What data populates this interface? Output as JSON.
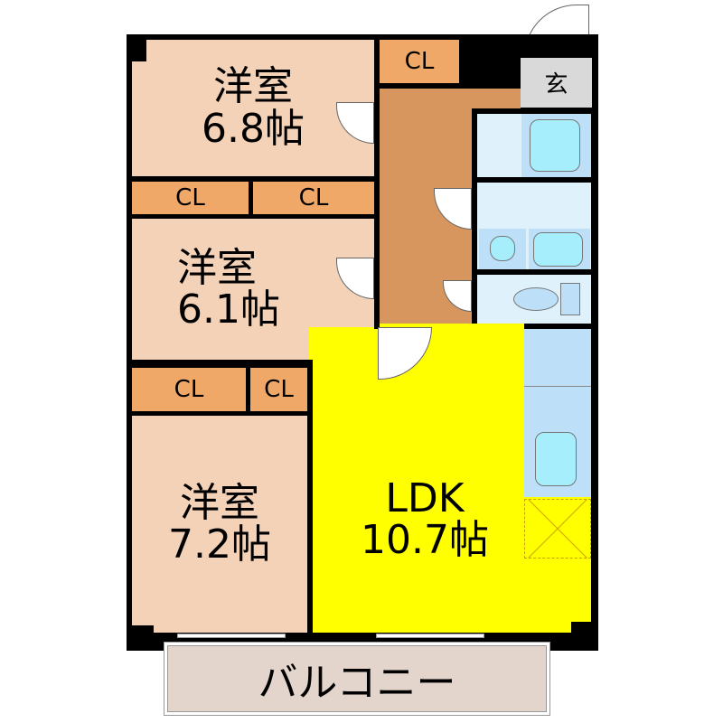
{
  "rooms": {
    "bedroom1": {
      "type": "洋室",
      "size": "6.8帖"
    },
    "bedroom2": {
      "type": "洋室",
      "size": "6.1帖"
    },
    "bedroom3": {
      "type": "洋室",
      "size": "7.2帖"
    },
    "ldk": {
      "type": "LDK",
      "size": "10.7帖"
    },
    "entrance": "玄",
    "balcony": "バルコニー"
  },
  "closets": [
    "CL",
    "CL",
    "CL",
    "CL",
    "CL"
  ],
  "colors": {
    "bedroom": "#f3d2b8",
    "closet": "#f0a868",
    "hall": "#d8965f",
    "ldk": "#ffff00",
    "wet": "#dff2fc",
    "balcony": "#e3d5cb",
    "entrance": "#d9d9d9"
  }
}
